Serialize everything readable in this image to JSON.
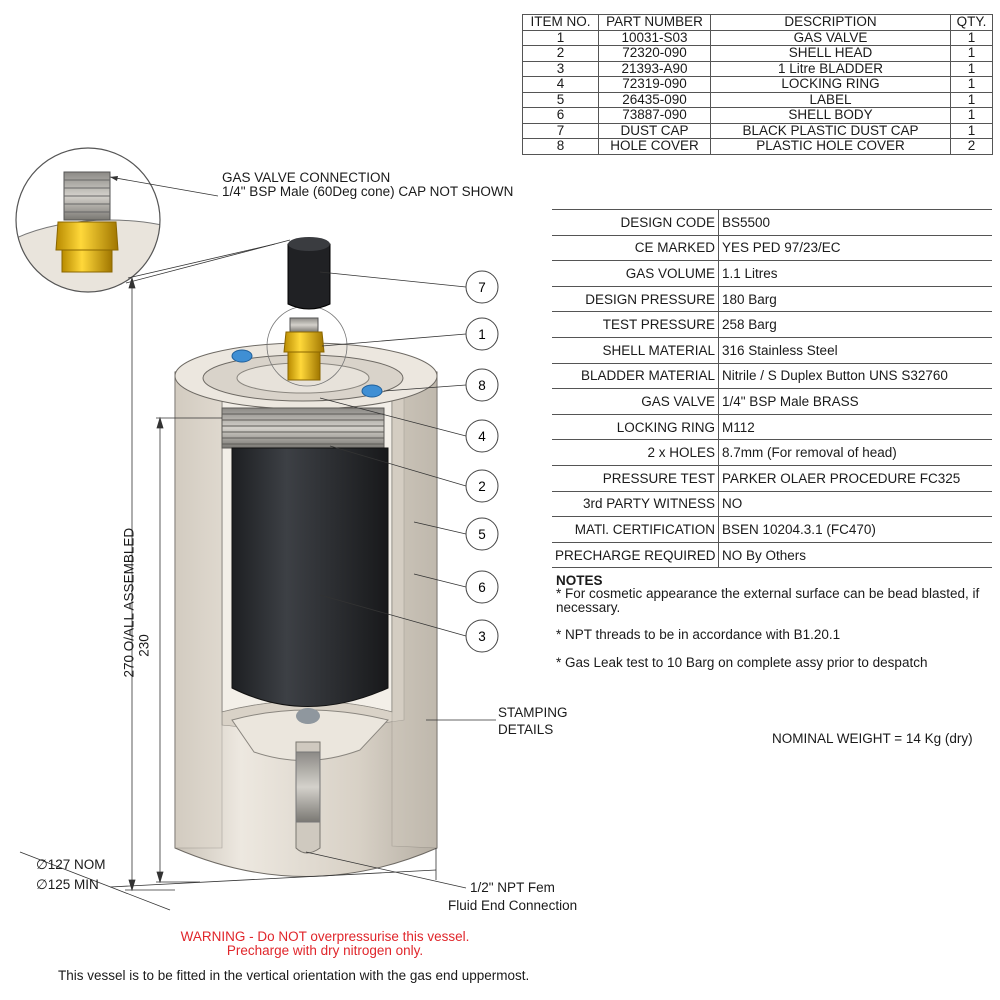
{
  "bom": {
    "headers": [
      "ITEM NO.",
      "PART NUMBER",
      "DESCRIPTION",
      "QTY."
    ],
    "rows": [
      [
        "1",
        "10031-S03",
        "GAS VALVE",
        "1"
      ],
      [
        "2",
        "72320-090",
        "SHELL HEAD",
        "1"
      ],
      [
        "3",
        "21393-A90",
        "1 Litre BLADDER",
        "1"
      ],
      [
        "4",
        "72319-090",
        "LOCKING RING",
        "1"
      ],
      [
        "5",
        "26435-090",
        "LABEL",
        "1"
      ],
      [
        "6",
        "73887-090",
        "SHELL BODY",
        "1"
      ],
      [
        "7",
        "DUST CAP",
        "BLACK PLASTIC DUST CAP",
        "1"
      ],
      [
        "8",
        "HOLE COVER",
        "PLASTIC HOLE COVER",
        "2"
      ]
    ]
  },
  "spec": [
    {
      "key": "DESIGN CODE",
      "value": "BS5500"
    },
    {
      "key": "CE MARKED",
      "value": "YES PED 97/23/EC"
    },
    {
      "key": "GAS VOLUME",
      "value": "1.1 Litres"
    },
    {
      "key": "DESIGN PRESSURE",
      "value": "180 Barg"
    },
    {
      "key": "TEST PRESSURE",
      "value": "258 Barg"
    },
    {
      "key": "SHELL MATERIAL",
      "value": "316 Stainless Steel"
    },
    {
      "key": "BLADDER MATERIAL",
      "value": "Nitrile / S Duplex Button UNS S32760"
    },
    {
      "key": "GAS VALVE",
      "value": "1/4\" BSP Male BRASS"
    },
    {
      "key": "LOCKING RING",
      "value": "M112"
    },
    {
      "key": "2 x HOLES",
      "value": "8.7mm (For removal of head)"
    },
    {
      "key": "PRESSURE TEST",
      "value": "PARKER OLAER PROCEDURE FC325"
    },
    {
      "key": "3rd PARTY WITNESS",
      "value": "NO"
    },
    {
      "key": "MATl. CERTIFICATION",
      "value": "BSEN 10204.3.1    (FC470)"
    },
    {
      "key": "PRECHARGE REQUIRED",
      "value": "NO    By Others"
    }
  ],
  "notes": {
    "title": "NOTES",
    "items": [
      "* For cosmetic appearance the external surface can be bead blasted, if necessary.",
      "* NPT threads to be in accordance with B1.20.1",
      "* Gas Leak test to 10 Barg on complete assy prior to despatch"
    ]
  },
  "weight": "NOMINAL WEIGHT = 14 Kg (dry)",
  "labels": {
    "gas_valve_connection_line1": "GAS VALVE CONNECTION",
    "gas_valve_connection_line2": "1/4\" BSP Male (60Deg cone) CAP NOT SHOWN",
    "stamping_line1": "STAMPING",
    "stamping_line2": "DETAILS",
    "fluid_line1": "1/2\" NPT Fem",
    "fluid_line2": "Fluid End Connection",
    "dim_overall": "270 O/ALL ASSEMBLED",
    "dim_body": "230",
    "dim_dia_nom": "∅127 NOM",
    "dim_dia_min": "∅125 MIN"
  },
  "balloons": [
    "7",
    "1",
    "8",
    "4",
    "2",
    "5",
    "6",
    "3"
  ],
  "warning": {
    "line1": "WARNING - Do NOT overpressurise this vessel.",
    "line2": "Precharge with dry nitrogen only."
  },
  "footer": "This vessel is to be fitted in the vertical orientation with the gas end uppermost.",
  "colors": {
    "warning": "#e0262b",
    "shell": "#e3ddd3",
    "bladder": "#2b2d30",
    "brass": "#f2c200",
    "cover": "#3f8fd4"
  }
}
